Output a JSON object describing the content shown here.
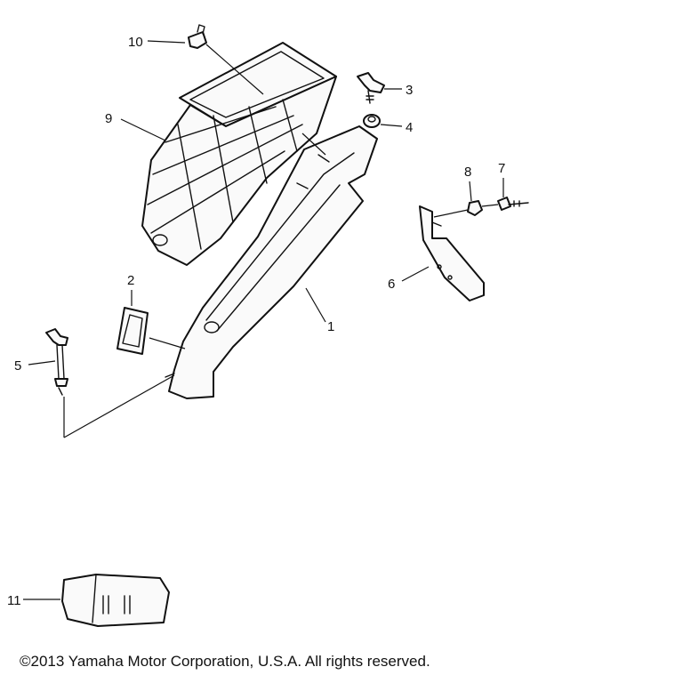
{
  "diagram": {
    "callouts": [
      {
        "id": "c1",
        "label": "1"
      },
      {
        "id": "c2",
        "label": "2"
      },
      {
        "id": "c3",
        "label": "3"
      },
      {
        "id": "c4",
        "label": "4"
      },
      {
        "id": "c5",
        "label": "5"
      },
      {
        "id": "c6",
        "label": "6"
      },
      {
        "id": "c7",
        "label": "7"
      },
      {
        "id": "c8",
        "label": "8"
      },
      {
        "id": "c9",
        "label": "9"
      },
      {
        "id": "c10",
        "label": "10"
      },
      {
        "id": "c11",
        "label": "11"
      }
    ]
  },
  "footer": {
    "copyright": "©2013 Yamaha Motor Corporation, U.S.A. All rights reserved."
  }
}
